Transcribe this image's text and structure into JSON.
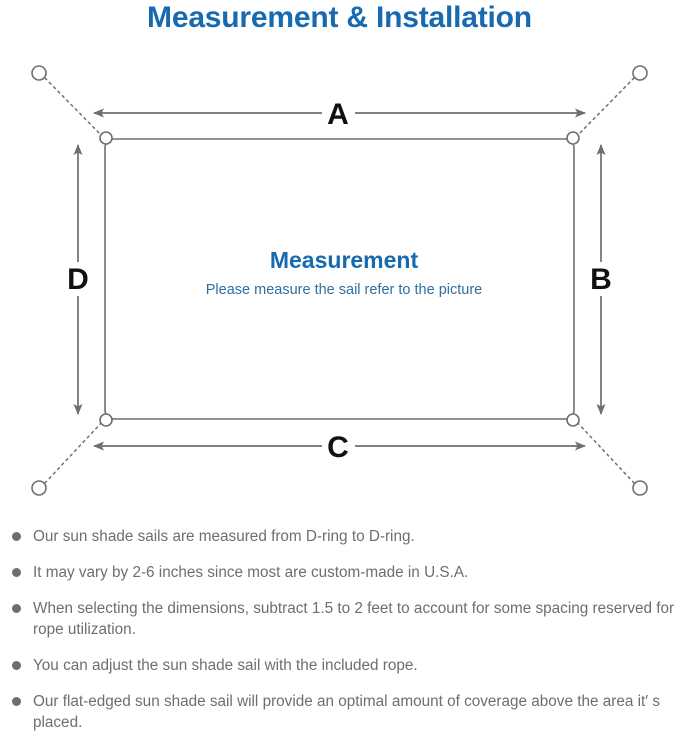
{
  "page": {
    "title": "Measurement & Installation",
    "title_color": "#1769b0",
    "background_color": "#ffffff"
  },
  "diagram": {
    "name": "sun-shade-sail-measurement-diagram",
    "sail": {
      "heading": "Measurement",
      "subheading": "Please measure the sail refer to the picture",
      "heading_color": "#1769b0",
      "subheading_color": "#2d6fa3",
      "outline_color": "#6f6f6f"
    },
    "dimension_labels": [
      {
        "id": "A",
        "label": "A",
        "edge": "top",
        "orientation": "horizontal"
      },
      {
        "id": "B",
        "label": "B",
        "edge": "right",
        "orientation": "vertical"
      },
      {
        "id": "C",
        "label": "C",
        "edge": "bottom",
        "orientation": "horizontal"
      },
      {
        "id": "D",
        "label": "D",
        "edge": "left",
        "orientation": "vertical"
      }
    ],
    "anchor_points": [
      {
        "id": "top-left",
        "position": "top-left"
      },
      {
        "id": "top-right",
        "position": "top-right"
      },
      {
        "id": "bottom-left",
        "position": "bottom-left"
      },
      {
        "id": "bottom-right",
        "position": "bottom-right"
      }
    ],
    "d_rings": [
      {
        "id": "d-ring-top-left"
      },
      {
        "id": "d-ring-top-right"
      },
      {
        "id": "d-ring-bottom-left"
      },
      {
        "id": "d-ring-bottom-right"
      }
    ],
    "line_color": "#6f6f6f",
    "rope_style": "dotted"
  },
  "notes": {
    "items": [
      "Our sun shade sails are measured from D-ring to D-ring.",
      "It may vary by 2-6 inches since most are custom-made in U.S.A.",
      "When selecting the dimensions, subtract 1.5 to 2 feet to account for some spacing reserved for rope utilization.",
      "You can adjust the sun shade sail with the included rope.",
      "Our flat-edged sun shade sail will provide an optimal amount of coverage above the area it′ s placed."
    ]
  }
}
